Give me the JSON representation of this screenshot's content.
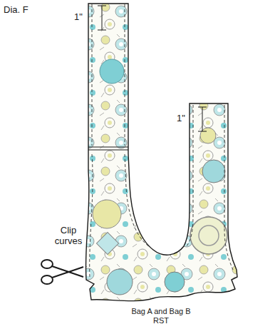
{
  "diagram": {
    "title": "Dia. F",
    "labels": [
      "1\"",
      "1\"",
      "Clip curves",
      "Bag A and Bag B RST"
    ]
  }
}
